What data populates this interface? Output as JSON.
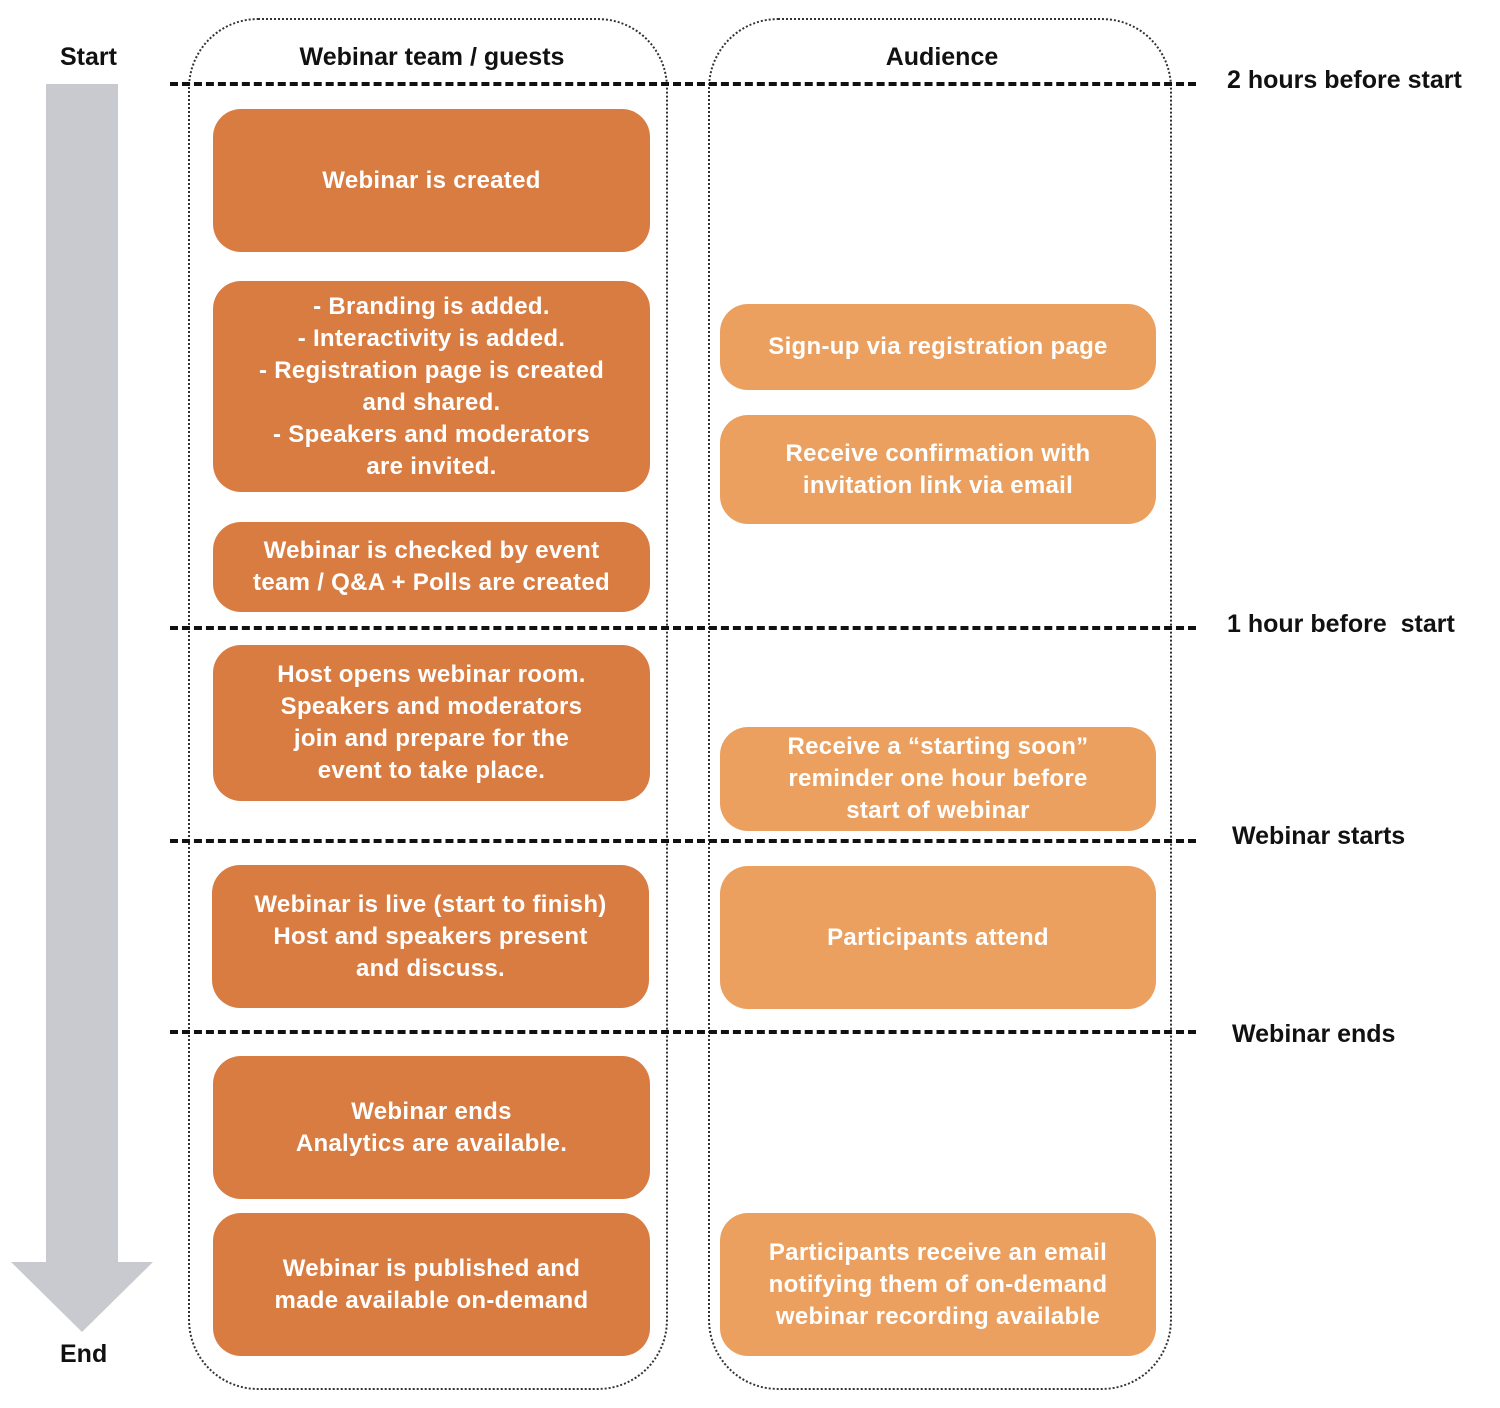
{
  "timeline": {
    "start_label": "Start",
    "end_label": "End",
    "arrow_color": "#c9cacf"
  },
  "lanes": {
    "team_title": "Webinar team / guests",
    "audience_title": "Audience"
  },
  "milestones": [
    {
      "label": "2 hours before start"
    },
    {
      "label": "1 hour before  start"
    },
    {
      "label": "Webinar starts"
    },
    {
      "label": "Webinar ends"
    }
  ],
  "colors": {
    "team_box": "#d97c41",
    "audience_box": "#eba05f"
  },
  "team_steps": [
    {
      "text": "Webinar is created"
    },
    {
      "text": "- Branding is added.\n- Interactivity is added.\n- Registration page is created\nand shared.\n- Speakers and moderators\nare invited."
    },
    {
      "text": "Webinar is checked by event\nteam / Q&A + Polls are created"
    },
    {
      "text": "Host opens webinar room.\nSpeakers and moderators\njoin and  prepare for the\nevent to take place."
    },
    {
      "text": "Webinar is live (start to finish)\nHost and speakers present\nand discuss."
    },
    {
      "text": "Webinar ends\nAnalytics are available."
    },
    {
      "text": "Webinar is published and\nmade available on-demand"
    }
  ],
  "audience_steps": [
    {
      "text": "Sign-up via registration page"
    },
    {
      "text": "Receive confirmation with\ninvitation link via email"
    },
    {
      "text": "Receive a “starting soon”\nreminder one hour before\nstart of webinar"
    },
    {
      "text": "Participants attend"
    },
    {
      "text": "Participants receive an email\nnotifying them of on-demand\nwebinar recording available"
    }
  ]
}
